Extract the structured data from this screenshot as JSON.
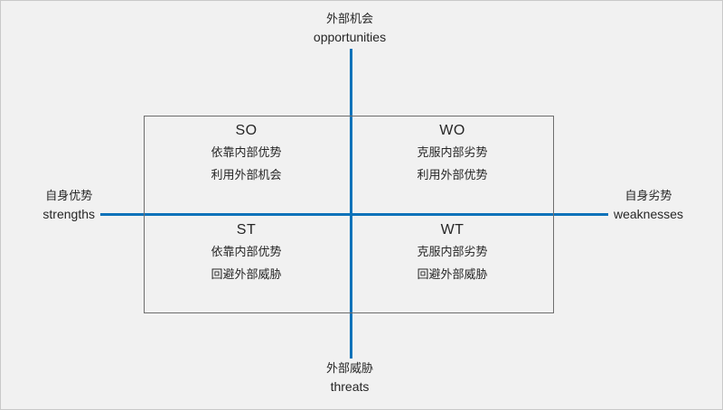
{
  "diagram": {
    "type": "swot-matrix",
    "background_color": "#f1f1f1",
    "axis_color": "#0c72b9",
    "rect_border_color": "#6e6e6e",
    "text_color": "#262626",
    "axes": {
      "top": {
        "cn": "外部机会",
        "en": "opportunities"
      },
      "bottom": {
        "cn": "外部威胁",
        "en": "threats"
      },
      "left": {
        "cn": "自身优势",
        "en": "strengths"
      },
      "right": {
        "cn": "自身劣势",
        "en": "weaknesses"
      }
    },
    "quadrants": [
      {
        "id": "so",
        "code": "SO",
        "line1": "依靠内部优势",
        "line2": "利用外部机会"
      },
      {
        "id": "wo",
        "code": "WO",
        "line1": "克服内部劣势",
        "line2": "利用外部优势"
      },
      {
        "id": "st",
        "code": "ST",
        "line1": "依靠内部优势",
        "line2": "回避外部威胁"
      },
      {
        "id": "wt",
        "code": "WT",
        "line1": "克服内部劣势",
        "line2": "回避外部威胁"
      }
    ]
  }
}
